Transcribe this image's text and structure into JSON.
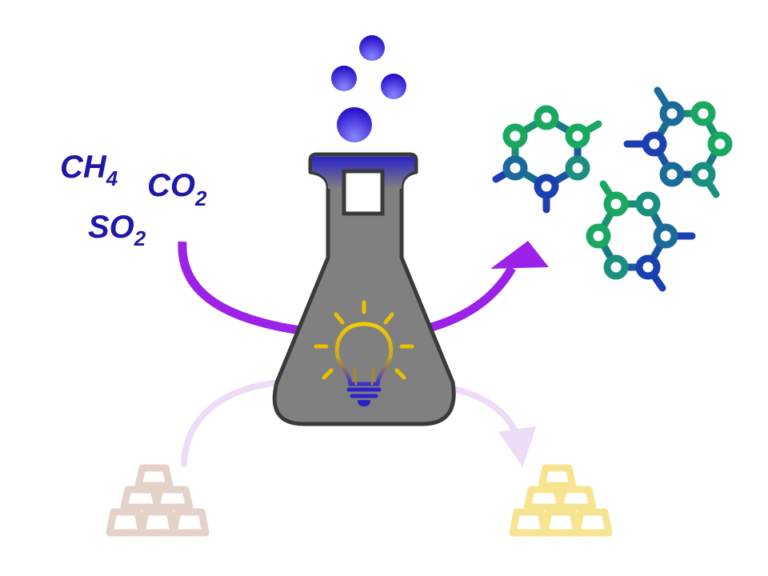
{
  "reactants": [
    {
      "base": "CH",
      "sub": "4"
    },
    {
      "base": "CO",
      "sub": "2"
    },
    {
      "base": "SO",
      "sub": "2"
    }
  ],
  "colors": {
    "formula_text": "#1f17a8",
    "arrow_main": "#9b22e6",
    "arrow_faded": "#ecdcf8",
    "flask_body": "#808080",
    "flask_outline": "#3a3a3a",
    "flask_liquid": "#2b22c8",
    "bulb": "#e8c100",
    "bubble_light": "#8a86ff",
    "bubble_dark": "#2410c8",
    "molecule_green": "#1aa860",
    "molecule_blue": "#1a3fb0",
    "bricks_left": "#e4d2c8",
    "bricks_right": "#f7e491"
  },
  "icons": {
    "flask": "erlenmeyer-flask-icon",
    "bulb": "light-bulb-icon",
    "bubbles": "gas-bubbles-icon",
    "molecules": "hexagon-molecule-icon",
    "bricks_left": "raw-material-bricks-icon",
    "bricks_right": "gold-bars-icon"
  }
}
